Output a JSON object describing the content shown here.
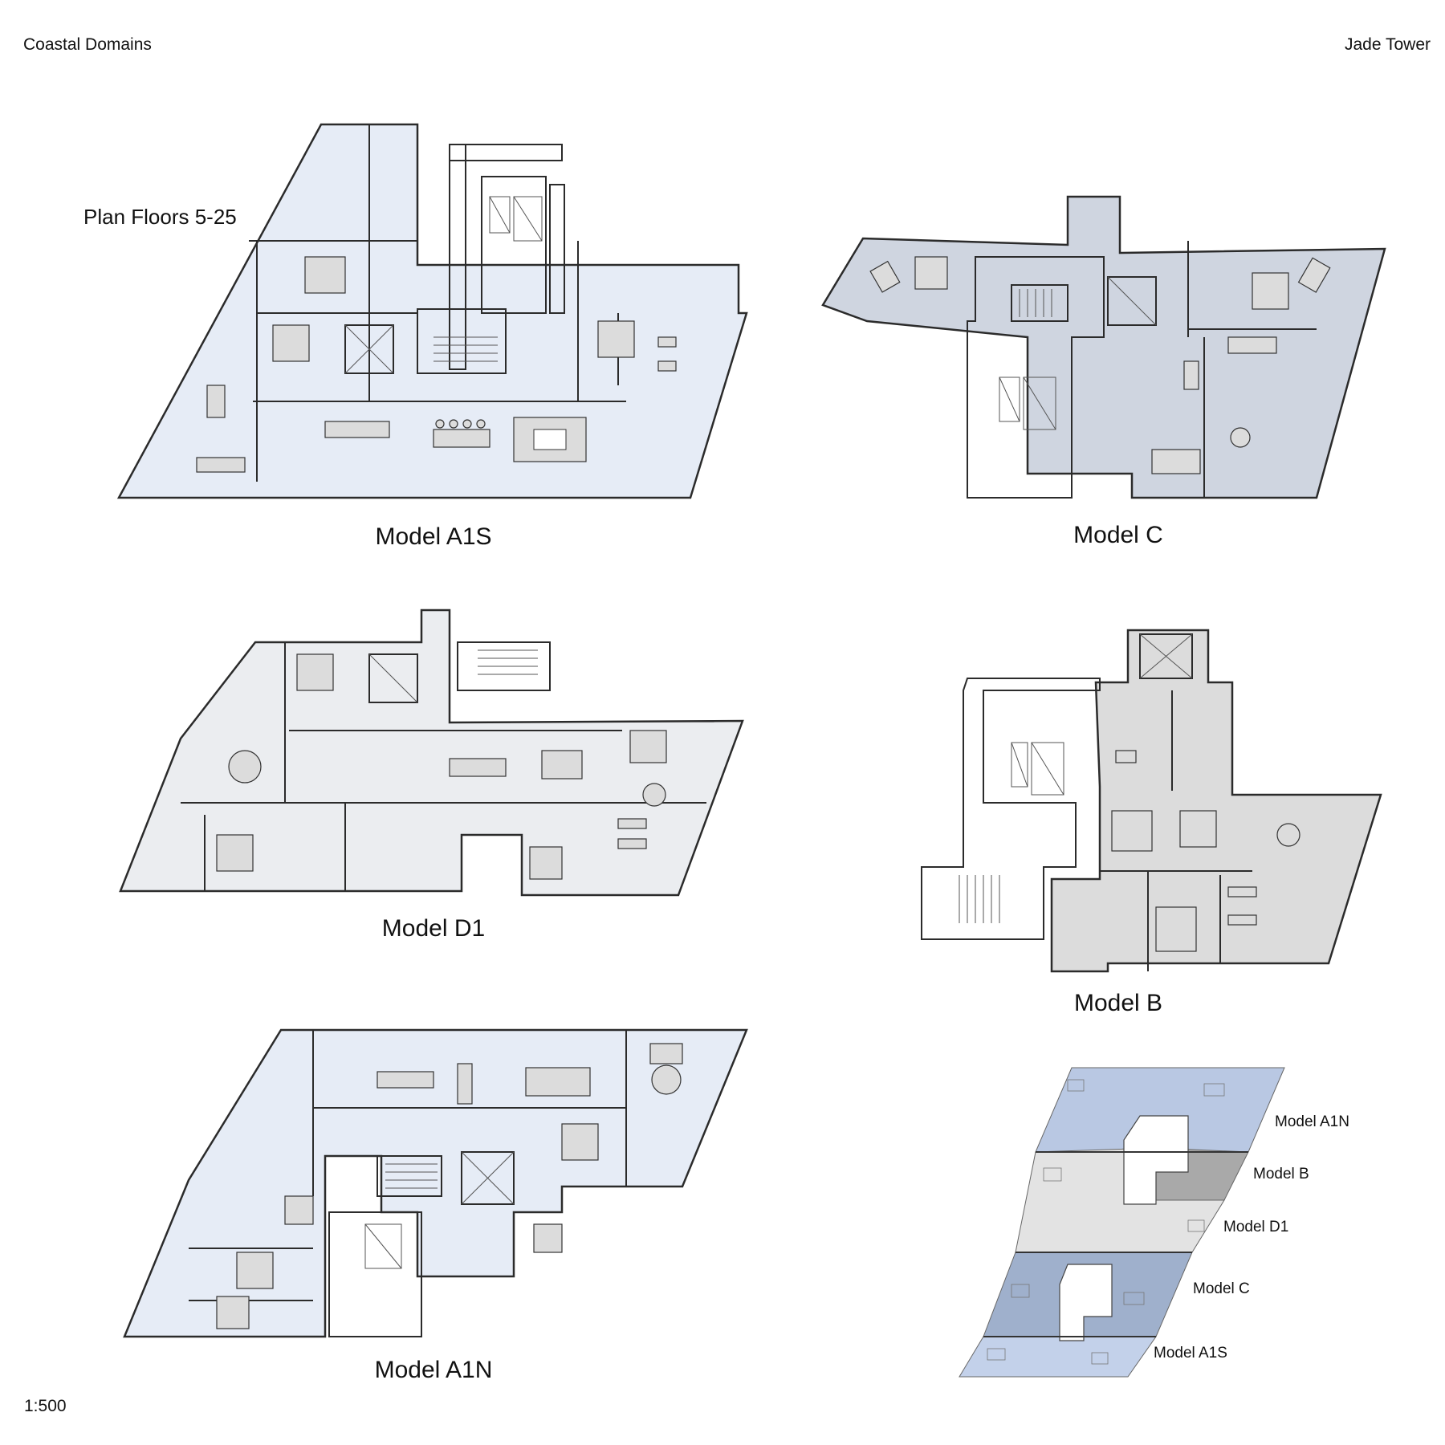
{
  "header": {
    "left": "Coastal Domains",
    "right": "Jade Tower"
  },
  "subtitle": "Plan Floors 5-25",
  "scale": "1:500",
  "plans": [
    {
      "id": "a1s",
      "label": "Model A1S",
      "fill": "#e6ecf6"
    },
    {
      "id": "c",
      "label": "Model C",
      "fill": "#cfd5e0"
    },
    {
      "id": "d1",
      "label": "Model D1",
      "fill": "#ebedf0"
    },
    {
      "id": "b",
      "label": "Model B",
      "fill": "#dcdcdc"
    },
    {
      "id": "a1n",
      "label": "Model A1N",
      "fill": "#e6ecf6"
    }
  ],
  "key_plan": {
    "labels": [
      "Model A1N",
      "Model B",
      "Model D1",
      "Model C",
      "Model A1S"
    ],
    "colors": {
      "a1n": "#b9c8e3",
      "b": "#a9a9a9",
      "d1": "#e3e3e3",
      "c": "#9fb0cc",
      "a1s": "#c3d1ea"
    }
  }
}
